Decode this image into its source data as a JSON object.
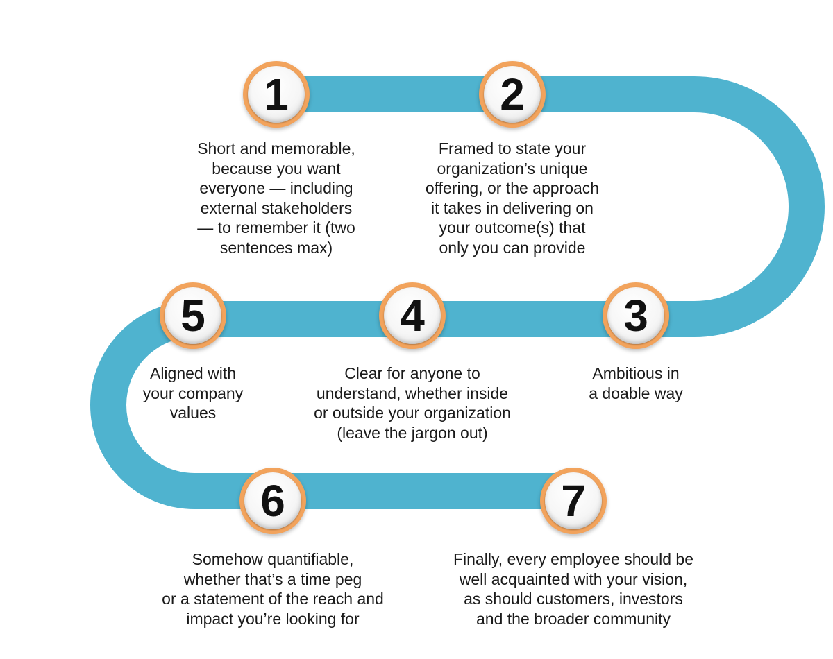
{
  "colors": {
    "path": "#4fb3cf",
    "badge_ring": "#f2a35c",
    "text": "#1a1a1a"
  },
  "steps": [
    {
      "number": "1",
      "lines": [
        "Short and memorable,",
        "because you want",
        "everyone — including",
        "external stakeholders",
        "— to remember it (two",
        "sentences max)"
      ]
    },
    {
      "number": "2",
      "lines": [
        "Framed to state your",
        "organization’s unique",
        "offering, or the approach",
        "it takes in delivering on",
        "your outcome(s) that",
        "only you can provide"
      ]
    },
    {
      "number": "3",
      "lines": [
        "Ambitious in",
        "a doable way"
      ]
    },
    {
      "number": "4",
      "lines": [
        "Clear for anyone to",
        "understand, whether inside",
        "or outside your organization",
        "(leave the jargon out)"
      ]
    },
    {
      "number": "5",
      "lines": [
        "Aligned with",
        "your company",
        "values"
      ]
    },
    {
      "number": "6",
      "lines": [
        "Somehow quantifiable,",
        "whether that’s a time peg",
        "or a statement of the reach and",
        "impact you’re looking for"
      ]
    },
    {
      "number": "7",
      "lines": [
        "Finally, every employee should be",
        "well acquainted with your vision,",
        "as should customers, investors",
        "and the broader community"
      ]
    }
  ]
}
